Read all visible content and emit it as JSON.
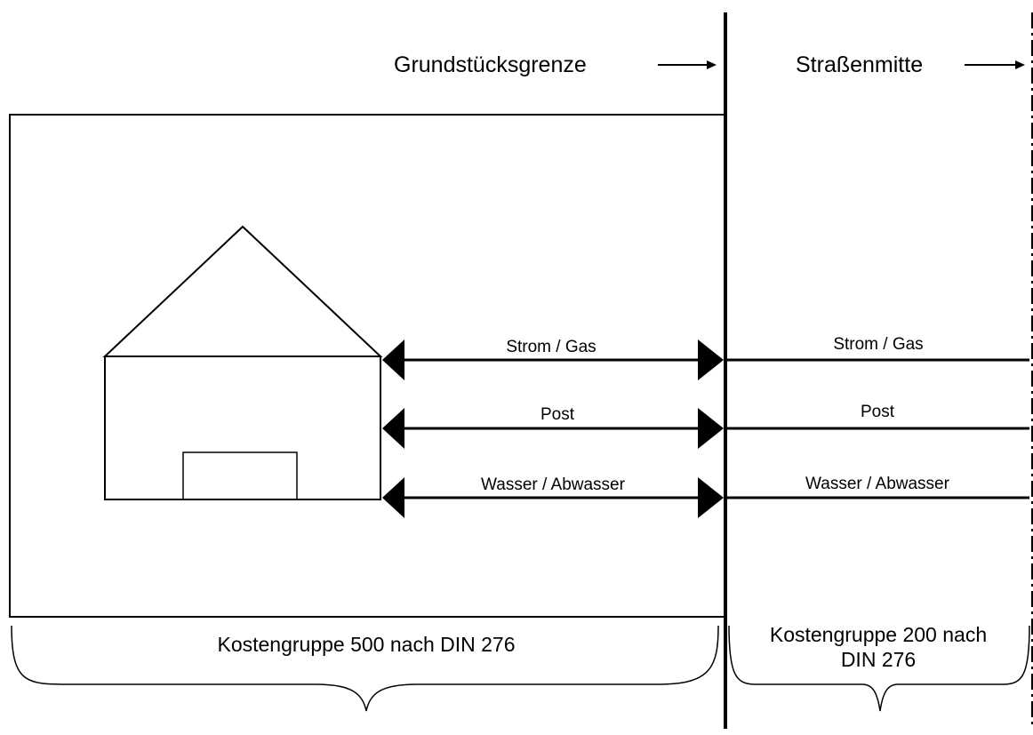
{
  "labels": {
    "property_boundary": "Grundstücksgrenze",
    "street_center": "Straßenmitte",
    "cost_group_500": "Kostengruppe 500 nach DIN 276",
    "cost_group_200_line1": "Kostengruppe 200 nach",
    "cost_group_200_line2": "DIN 276"
  },
  "utility_lines": [
    {
      "label_left": "Strom / Gas",
      "label_right": "Strom / Gas"
    },
    {
      "label_left": "Post",
      "label_right": "Post"
    },
    {
      "label_left": "Wasser / Abwasser",
      "label_right": "Wasser / Abwasser"
    }
  ],
  "colors": {
    "stroke": "#000000",
    "background": "#ffffff"
  }
}
